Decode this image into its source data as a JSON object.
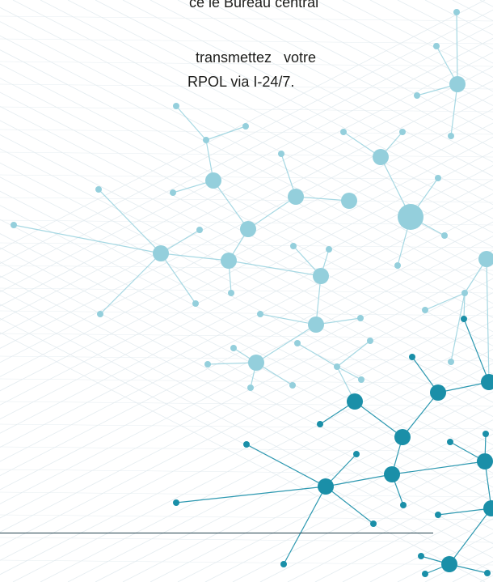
{
  "document": {
    "lines": [
      "ce le Bureau central",
      "  transmettez   votre",
      "RPOL via I-24/7."
    ]
  },
  "colors": {
    "node_light": "#94cfdc",
    "node_dark": "#1a8fa8",
    "line_light": "#a6d8e3",
    "line_dark": "#2c98b0",
    "rule": "#22414d",
    "grid": "#e3ebef"
  }
}
